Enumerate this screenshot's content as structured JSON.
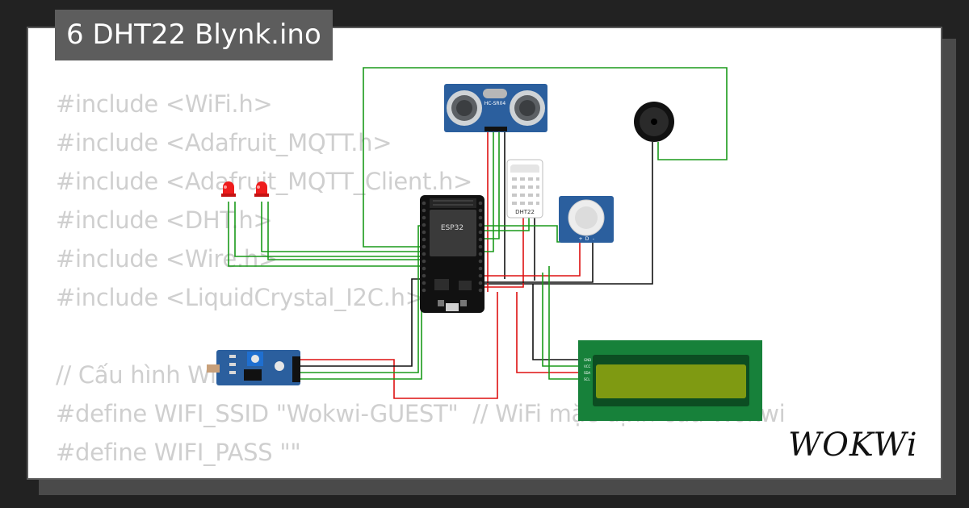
{
  "project": {
    "title": "6 DHT22 Blynk.ino"
  },
  "code_lines": [
    "#include <WiFi.h>",
    "#include <Adafruit_MQTT.h>",
    "#include <Adafruit_MQTT_Client.h>",
    "#include <DHT.h>",
    "#include <Wire.h>",
    "#include <LiquidCrystal_I2C.h>",
    "",
    "// Cấu hình WiFi",
    "#define WIFI_SSID \"Wokwi-GUEST\"  // WiFi mặc định của Wokwi",
    "#define WIFI_PASS \"\""
  ],
  "components": {
    "ultrasonic_label": "HC-SR04",
    "mcu_label": "ESP32",
    "dht_label": "DHT22",
    "pir_pin_labels": [
      "+",
      "D",
      "-"
    ],
    "lcd_pin_labels": [
      "GND",
      "VCC",
      "SDA",
      "SCL"
    ]
  },
  "brand": {
    "logo": "WOKWi"
  },
  "colors": {
    "background": "#222222",
    "card": "#ffffff",
    "title_bg": "#5d5d5d",
    "wire_green": "#1a9a1a",
    "wire_red": "#dd1111",
    "pcb_blue": "#2b5f9e",
    "lcd_green": "#17813a",
    "lcd_screen": "#7f9a12"
  }
}
